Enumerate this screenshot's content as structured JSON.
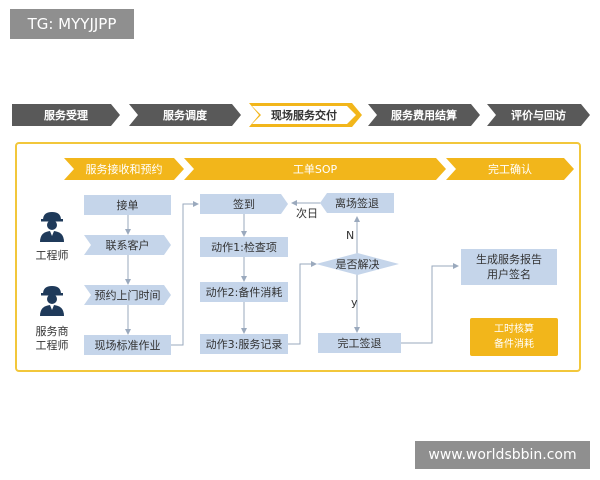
{
  "badges": {
    "tg": "TG: MYYJJPP",
    "url": "www.worldsbbin.com"
  },
  "stages": [
    "服务受理",
    "服务调度",
    "现场服务交付",
    "服务费用结算",
    "评价与回访"
  ],
  "phases": [
    "服务接收和预约",
    "工单SOP",
    "完工确认"
  ],
  "roles": {
    "engineer": "工程师",
    "partner_engineer_line1": "服务商",
    "partner_engineer_line2": "工程师"
  },
  "col1": [
    "接单",
    "联系客户",
    "预约上门时间",
    "现场标准作业"
  ],
  "col2": [
    "签到",
    "动作1:检查项",
    "动作2:备件消耗",
    "动作3:服务记录"
  ],
  "col3": {
    "leave": "离场签退",
    "decision": "是否解决",
    "finish": "完工签退",
    "no": "N",
    "yes": "y",
    "next_day": "次日"
  },
  "col4": {
    "report_line1": "生成服务报告",
    "report_line2": "用户签名"
  },
  "summary": {
    "line1": "工时核算",
    "line2": "备件消耗"
  },
  "colors": {
    "stage_dark": "#595959",
    "accent": "#f2b61b",
    "box_blue": "#c5d5ea",
    "person": "#1f3a5a"
  }
}
